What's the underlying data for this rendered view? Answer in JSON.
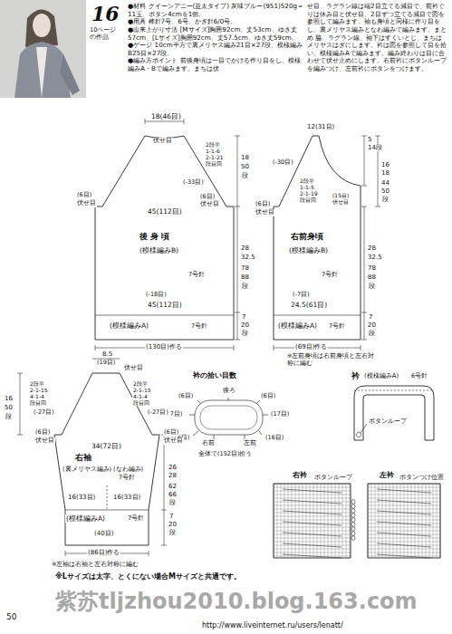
{
  "diagram": {
    "nodes": [
      {
        "text": [
          "後 身 頃",
          "(模様編みB)",
          "7号針"
        ]
      },
      {
        "text": [
          "右前身頃",
          "(模様編みB)",
          "7号針"
        ]
      },
      {
        "text": [
          "右袖",
          "(裏メリヤス編み)",
          "(なわ編み)",
          "7号針"
        ]
      },
      {
        "text": [
          "衿",
          "(模様編みA)",
          "6号針"
        ]
      },
      {
        "text": [
          "右衿"
        ]
      },
      {
        "text": [
          "左衿"
        ]
      }
    ],
    "labels": [
      "16",
      "10ページの作品",
      "●材料 クイーンアニー(並太タイプ) 灰味ブルー(951)520g＝11玉、ボタン4cmを1個。",
      "●用具 棒針7号、6号、かぎ針6/0号。",
      "●出来上がり寸法 [Mサイズ]胸囲92cm、丈53cm、ゆき丈57cm、[Lサイズ]胸囲92cm、丈57.5cm、ゆき丈59cm。",
      "●ゲージ 10cm平方で裏メリヤス編み21目×27段、模様編みB25目×27段。",
      "●編み方ポイント 前後身頃は一目でかける作り目をし、模様編みA・Bで編みます。まちは伏",
      "せ目、ラグラン線は端2目立てる減目で、前衿ぐりは休み目と伏せ目、2目ずつ立てる減目で図を参照して編みます。袖も身頃と同様に作り目をし、裏メリヤス編みとなわ編みで編みます。まとめ 脇、ラグラン線、袖下はすくいとじ、まちはメリヤスはぎにします。衿は図を参照して目を拾い、模様編みAで編みます。編み終わりは目に合わせて伏せ止めにします。右前衿にボタンループを編みつけ、左前衿にボタンをつけます。",
      "18(46目)",
      "伏せ目",
      "2段平",
      "1-1-6",
      "2-1-21",
      "段目回",
      "(-33目)",
      "18",
      "50",
      "段",
      "(6目)",
      "伏せ目",
      "(6目)",
      "伏せ目",
      "45(112目)",
      "28",
      "32.5",
      "78",
      "88",
      "段",
      "(-18目)",
      "45(112目)",
      "(模様編みA)",
      "7号針",
      "7",
      "20",
      "段",
      "(130目)作る",
      "12(31目)",
      "5",
      "14段",
      "16",
      "18",
      "44",
      "50",
      "段",
      "(-30目)",
      "2段平",
      "1-1-5",
      "2-1-19",
      "段目回",
      "(15目)",
      "伏せ目",
      "(6目)",
      "伏せ目",
      "28",
      "32.5",
      "78",
      "88",
      "段",
      "(-7目)",
      "24.5(61目)",
      "(模様編みA)",
      "7号針",
      "7",
      "20",
      "段",
      "(69目)作る",
      "※左前身頃は右前身頃と左右対称に編む",
      "衿の拾い目数",
      "後ろ",
      "(6目)",
      "(6目)",
      "(17目)",
      "(17目)",
      "(16目)",
      "(16目)",
      "右前",
      "左前",
      "全体で(152目)拾う",
      "ボタンループ",
      "8.5",
      "(19目)",
      "伏せ目",
      "2段平",
      "2-1-15",
      "4-1-4",
      "段目回",
      "(-27目)",
      "16",
      "50",
      "段",
      "2段平",
      "2-1-15",
      "4-1-4",
      "段目回",
      "(-27目)",
      "(6目)",
      "伏せ目",
      "(6目)",
      "伏せ目",
      "34(72目)",
      "16(33目)",
      "16(33目)",
      "(模様編みA)",
      "7号針",
      "(40目)",
      "(86目)作る",
      "26",
      "28",
      "62",
      "66",
      "段",
      "7",
      "20",
      "段",
      "※左袖は右袖と左右対称に編む",
      "ボタンループ",
      "ボタンつけ位置",
      "※Lサイズは太字、とくにない場合Mサイズと共通です。",
      "紫苏tljzhou2010.blog.163.com",
      "50",
      "http://www.liveinternet.ru/users/lenatt/"
    ]
  }
}
